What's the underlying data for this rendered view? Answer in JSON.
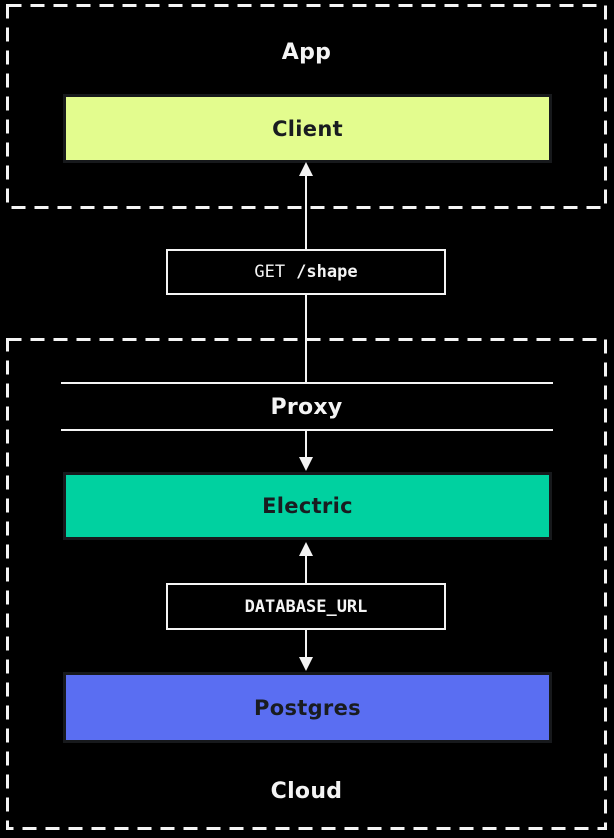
{
  "colors": {
    "background": "#000000",
    "stroke": "#f4f4f4",
    "client_fill": "#e3fc8e",
    "electric_fill": "#00d1a0",
    "postgres_fill": "#5a6ef2",
    "node_text": "#191c20"
  },
  "app_group": {
    "label": "App"
  },
  "client_node": {
    "label": "Client"
  },
  "get_request": {
    "method": "GET",
    "path": "/shape"
  },
  "cloud_group": {
    "label": "Cloud"
  },
  "proxy": {
    "label": "Proxy"
  },
  "electric_node": {
    "label": "Electric"
  },
  "database_url_box": {
    "label": "DATABASE_URL"
  },
  "postgres_node": {
    "label": "Postgres"
  }
}
